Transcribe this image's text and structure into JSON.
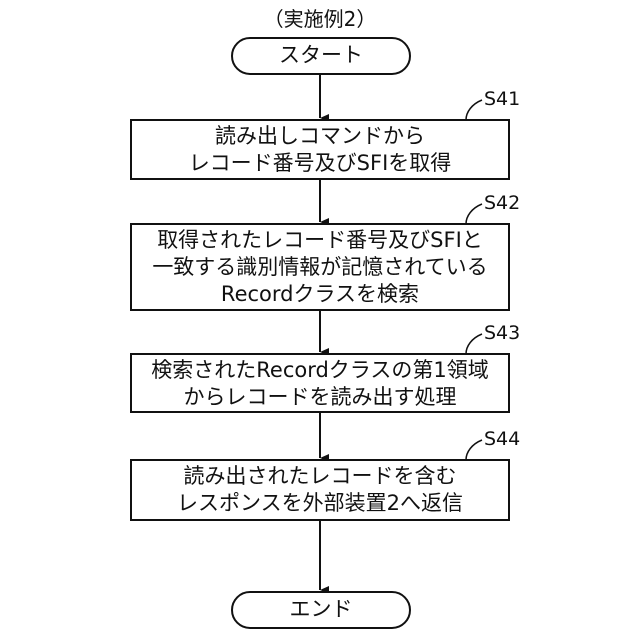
{
  "title": "（実施例2）",
  "start": "スタート",
  "end": "エンド",
  "steps": [
    {
      "id": "S41",
      "lines": [
        "読み出しコマンドから",
        "レコード番号及びSFIを取得"
      ]
    },
    {
      "id": "S42",
      "lines": [
        "取得されたレコード番号及びSFIと",
        "一致する識別情報が記憶されている",
        "Recordクラスを検索"
      ]
    },
    {
      "id": "S43",
      "lines": [
        "検索されたRecordクラスの第1領域",
        "からレコードを読み出す処理"
      ]
    },
    {
      "id": "S44",
      "lines": [
        "読み出されたレコードを含む",
        "レスポンスを外部装置2へ返信"
      ]
    }
  ]
}
